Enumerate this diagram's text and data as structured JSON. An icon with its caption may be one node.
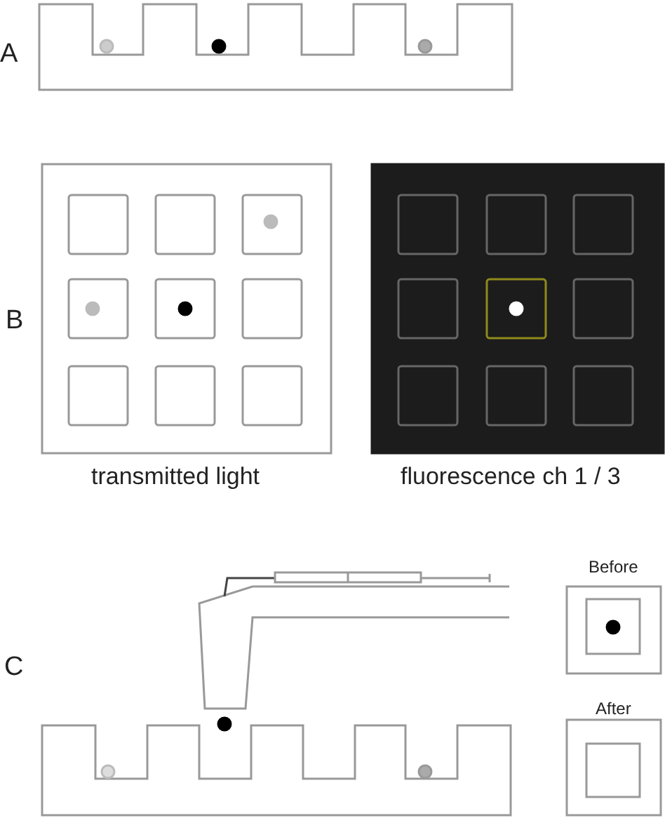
{
  "diagram": {
    "labels": [
      "A",
      "B",
      "transmitted light",
      "fluorescence ch 1 / 3",
      "C",
      "Before",
      "After"
    ]
  }
}
